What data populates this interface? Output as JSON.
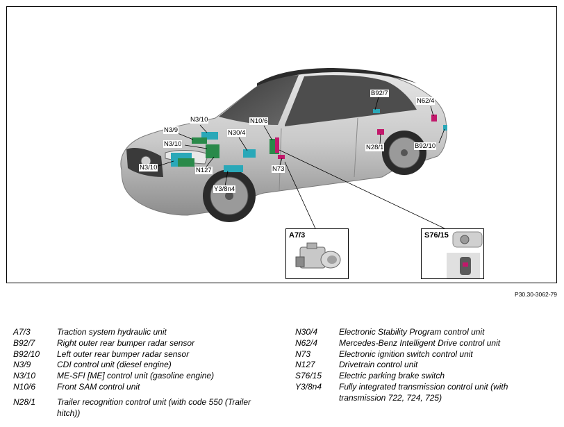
{
  "figure_id": "P30.30-3062-79",
  "callouts": {
    "n3_10_top": "N3/10",
    "n3_9": "N3/9",
    "n3_10_mid": "N3/10",
    "n3_10_low": "N3/10",
    "n127": "N127",
    "n30_4": "N30/4",
    "n10_6": "N10/6",
    "n73": "N73",
    "y3_8n4": "Y3/8n4",
    "b92_7": "B92/7",
    "n62_4": "N62/4",
    "n28_1": "N28/1",
    "b92_10": "B92/10"
  },
  "insets": {
    "a7_3": "A7/3",
    "s76_15": "S76/15"
  },
  "legend_left": [
    {
      "code": "A7/3",
      "desc": "Traction system hydraulic unit"
    },
    {
      "code": "B92/7",
      "desc": "Right outer rear bumper radar sensor"
    },
    {
      "code": "B92/10",
      "desc": "Left outer rear bumper radar sensor"
    },
    {
      "code": "N3/9",
      "desc": "CDI control unit (diesel engine)"
    },
    {
      "code": "N3/10",
      "desc": "ME-SFI [ME] control unit (gasoline engine)"
    },
    {
      "code": "N10/6",
      "desc": "Front SAM control unit"
    },
    {
      "code": "N28/1",
      "desc": "Trailer recognition control unit (with code 550 (Trailer hitch))"
    }
  ],
  "legend_right": [
    {
      "code": "N30/4",
      "desc": "Electronic Stability Program control unit"
    },
    {
      "code": "N62/4",
      "desc": "Mercedes-Benz Intelligent Drive control unit"
    },
    {
      "code": "N73",
      "desc": "Electronic ignition switch control unit"
    },
    {
      "code": "N127",
      "desc": "Drivetrain control unit"
    },
    {
      "code": "S76/15",
      "desc": "Electric parking brake switch"
    },
    {
      "code": "Y3/8n4",
      "desc": "Fully integrated transmission control unit (with transmission 722, 724, 725)"
    }
  ],
  "colors": {
    "car_body": "#bfbfbf",
    "component_teal": "#2aa8b8",
    "component_green": "#2a8a4a",
    "component_magenta": "#c2186b"
  }
}
